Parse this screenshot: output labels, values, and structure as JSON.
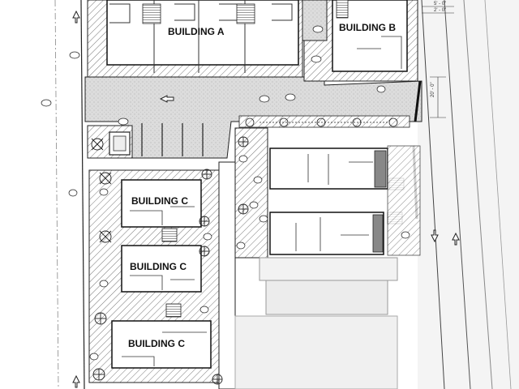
{
  "plan": {
    "buildings": {
      "a": "BUILDING A",
      "b": "BUILDING B",
      "c1": "BUILDING C",
      "c2": "BUILDING C",
      "c3": "BUILDING C"
    },
    "dimensions": {
      "d1": "5' - 0\"",
      "d2": "2' - 0\"",
      "d3": "20' - 0\""
    },
    "colors": {
      "line": "#1a1a1a",
      "hatch": "#555555",
      "paving": "#d9d9d9",
      "street": "#f2f2f2",
      "faded_building": "#efefef"
    }
  }
}
